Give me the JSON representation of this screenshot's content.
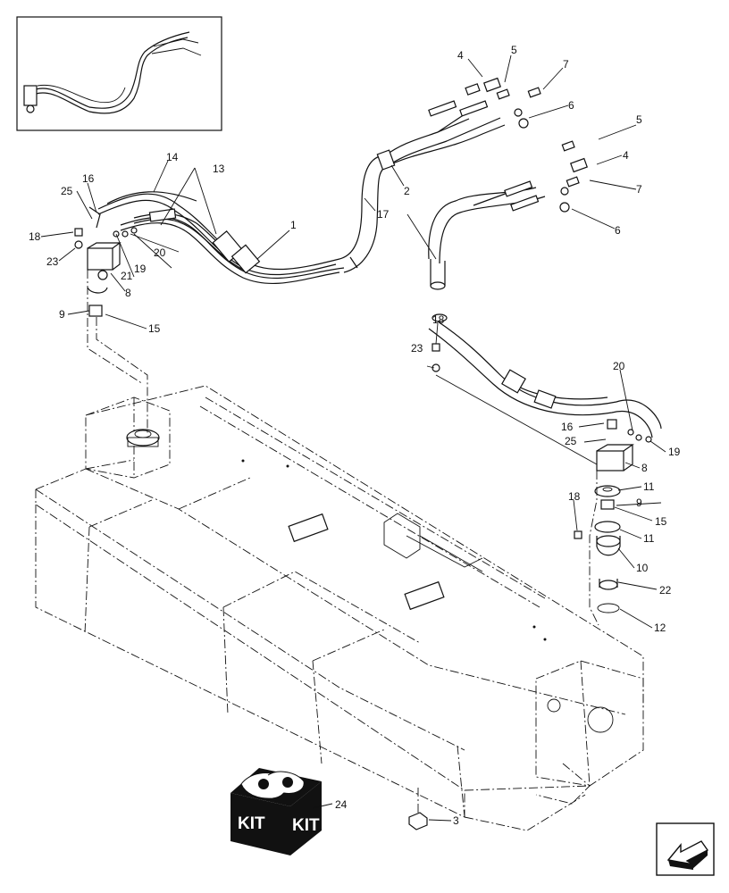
{
  "callouts": [
    {
      "id": "c1",
      "label": "1"
    },
    {
      "id": "c2",
      "label": "2"
    },
    {
      "id": "c3",
      "label": "3"
    },
    {
      "id": "c4a",
      "label": "4"
    },
    {
      "id": "c4b",
      "label": "4"
    },
    {
      "id": "c5a",
      "label": "5"
    },
    {
      "id": "c5b",
      "label": "5"
    },
    {
      "id": "c6a",
      "label": "6"
    },
    {
      "id": "c6b",
      "label": "6"
    },
    {
      "id": "c7a",
      "label": "7"
    },
    {
      "id": "c7b",
      "label": "7"
    },
    {
      "id": "c8a",
      "label": "8"
    },
    {
      "id": "c8b",
      "label": "8"
    },
    {
      "id": "c9a",
      "label": "9"
    },
    {
      "id": "c9b",
      "label": "9"
    },
    {
      "id": "c10",
      "label": "10"
    },
    {
      "id": "c11a",
      "label": "11"
    },
    {
      "id": "c11b",
      "label": "11"
    },
    {
      "id": "c12",
      "label": "12"
    },
    {
      "id": "c13",
      "label": "13"
    },
    {
      "id": "c14",
      "label": "14"
    },
    {
      "id": "c15a",
      "label": "15"
    },
    {
      "id": "c15b",
      "label": "15"
    },
    {
      "id": "c16a",
      "label": "16"
    },
    {
      "id": "c16b",
      "label": "16"
    },
    {
      "id": "c17",
      "label": "17"
    },
    {
      "id": "c18a",
      "label": "18"
    },
    {
      "id": "c18b",
      "label": "18"
    },
    {
      "id": "c18c",
      "label": "18"
    },
    {
      "id": "c19a",
      "label": "19"
    },
    {
      "id": "c19b",
      "label": "19"
    },
    {
      "id": "c20a",
      "label": "20"
    },
    {
      "id": "c20b",
      "label": "20"
    },
    {
      "id": "c21",
      "label": "21"
    },
    {
      "id": "c22",
      "label": "22"
    },
    {
      "id": "c23a",
      "label": "23"
    },
    {
      "id": "c23b",
      "label": "23"
    },
    {
      "id": "c24",
      "label": "24"
    },
    {
      "id": "c25a",
      "label": "25"
    },
    {
      "id": "c25b",
      "label": "25"
    }
  ],
  "kit_box": {
    "left_label": "KIT",
    "right_label": "KIT"
  },
  "nav_icon": "arrow-left-down-icon"
}
